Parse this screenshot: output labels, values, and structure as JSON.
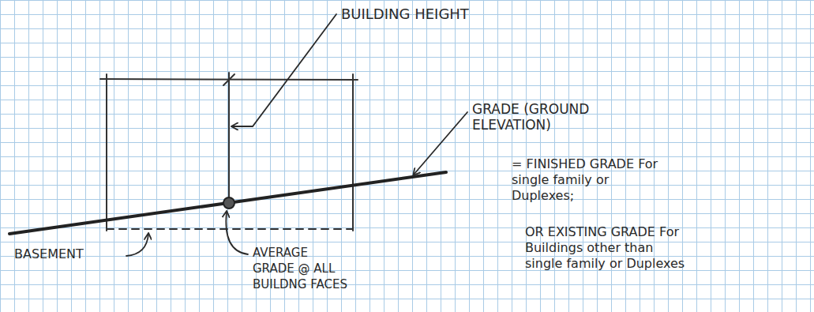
{
  "diagram": {
    "labels": [
      "BUILDING HEIGHT",
      "GRADE (GROUND ELEVATION)",
      "= FINISHED GRADE For single family or Duplexes;",
      "OR EXISTING GRADE For Buildings other than single family or Duplexes",
      "BASEMENT",
      "AVERAGE GRADE @ ALL BUILDNG FACES"
    ]
  }
}
